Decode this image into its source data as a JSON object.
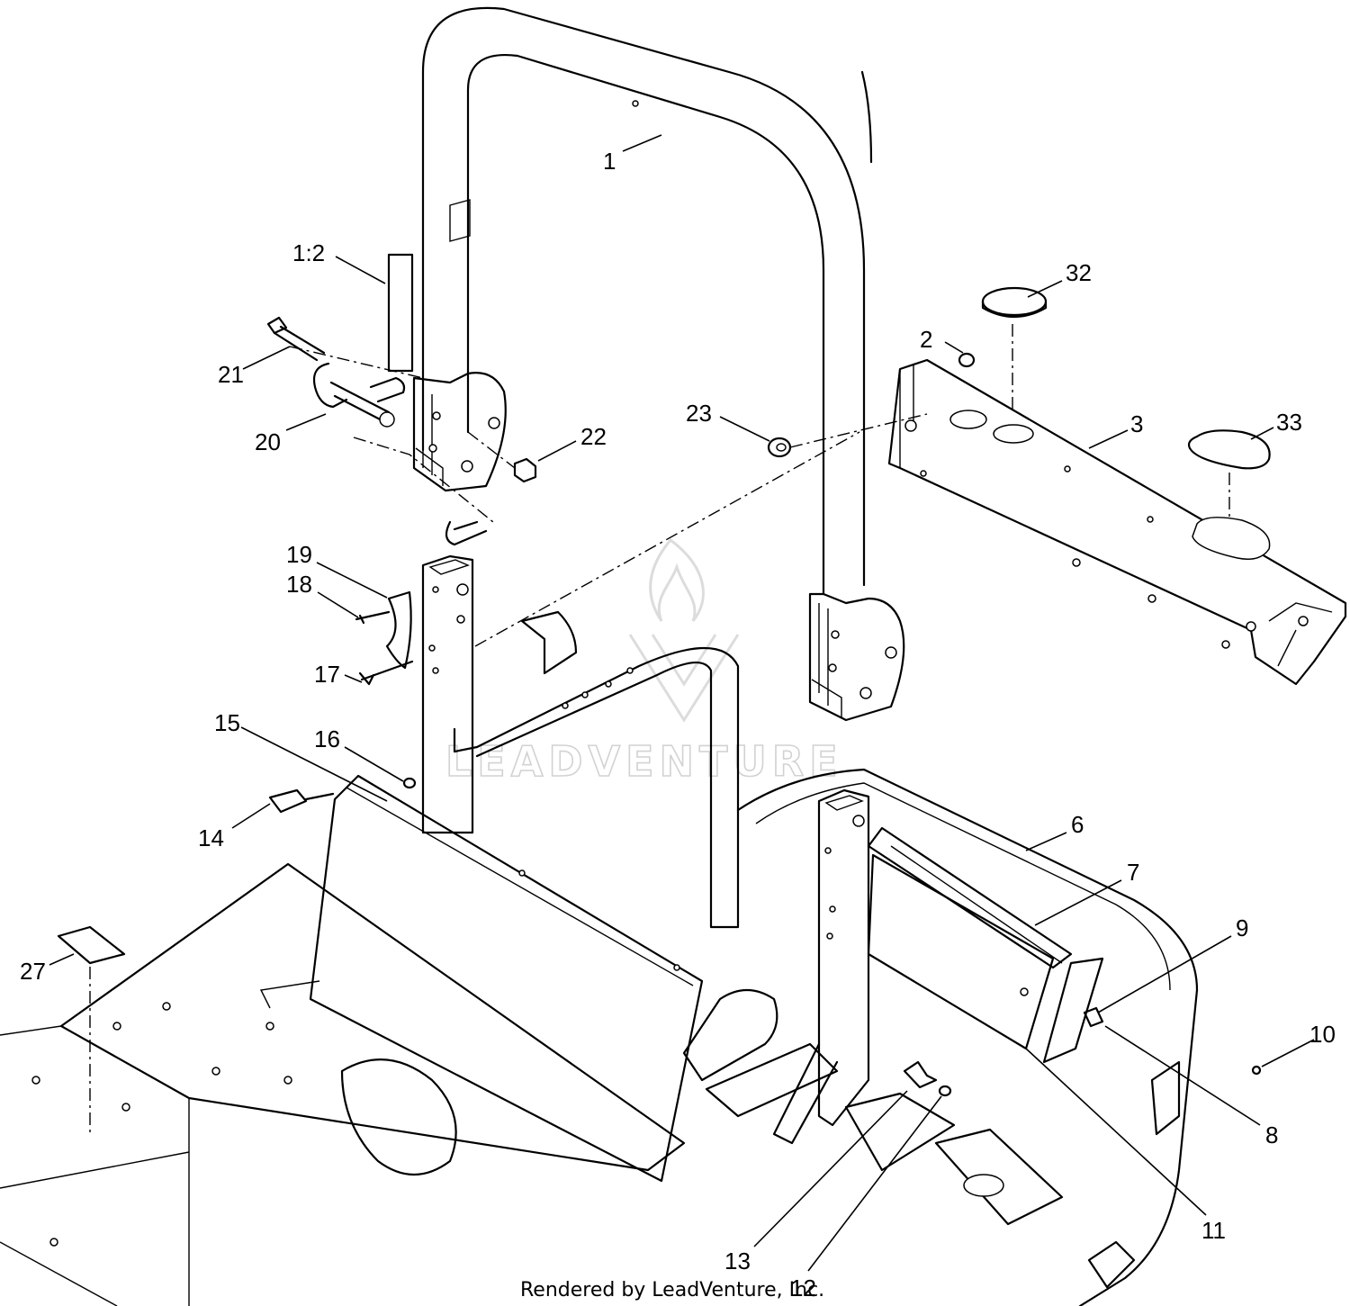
{
  "diagram": {
    "callouts": [
      "1",
      "1:2",
      "2",
      "3",
      "32",
      "33",
      "23",
      "21",
      "20",
      "22",
      "19",
      "18",
      "17",
      "15",
      "16",
      "14",
      "27",
      "6",
      "7",
      "9",
      "10",
      "8",
      "11",
      "13",
      "12"
    ],
    "watermark": "LEADVENTURE",
    "footer": "Rendered by LeadVenture, Inc."
  }
}
